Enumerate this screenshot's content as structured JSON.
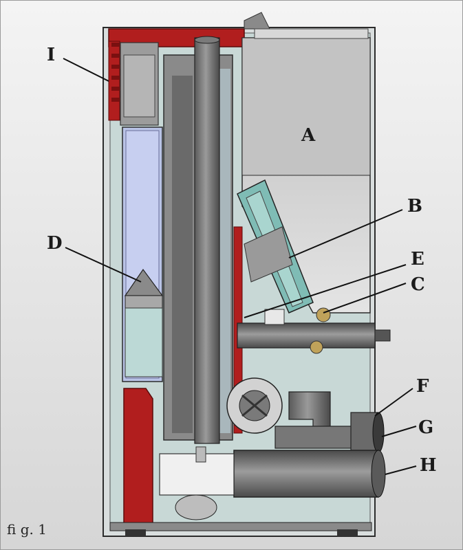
{
  "labels": {
    "A": "A",
    "B": "B",
    "C": "C",
    "D": "D",
    "E": "E",
    "F": "F",
    "G": "G",
    "H": "H",
    "I": "I"
  },
  "caption": "fi g. 1",
  "colors": {
    "casing_red": "#b11e1e",
    "hopper_gray": "#c9c9c9",
    "glass_blue": "#b9c3e6",
    "teal_panel": "#c8e6e3",
    "pipe_gray": "#6c6c6c",
    "outline": "#2b2b2b"
  }
}
